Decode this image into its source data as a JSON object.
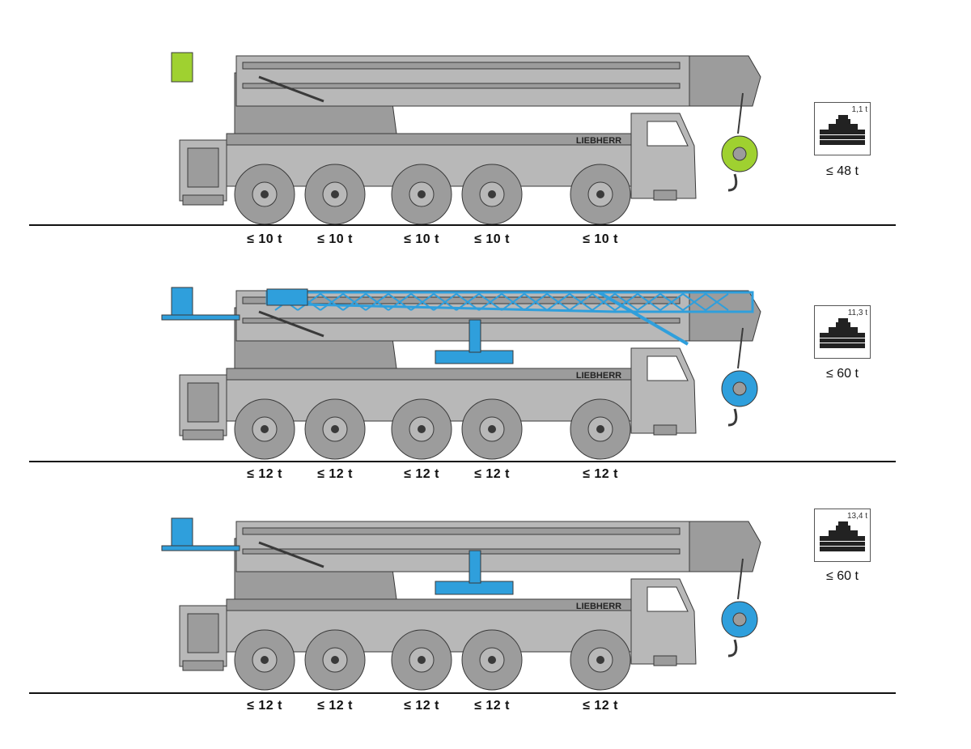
{
  "brand": "LIEBHERR",
  "colors": {
    "body": "#9c9c9c",
    "body_light": "#b8b8b8",
    "outline": "#3a3a3a",
    "hook_green": "#9fd130",
    "highlight_blue": "#2f9fdc",
    "ground": "#111111"
  },
  "configurations": [
    {
      "accent": "hook_green",
      "has_lattice": false,
      "has_counterweight_box": false,
      "axle_loads": [
        "≤ 10 t",
        "≤ 10 t",
        "≤ 10 t",
        "≤ 10 t",
        "≤ 10 t"
      ],
      "counterweight": "1,1 t",
      "total": "≤ 48 t"
    },
    {
      "accent": "highlight_blue",
      "has_lattice": true,
      "has_counterweight_box": true,
      "axle_loads": [
        "≤ 12 t",
        "≤ 12 t",
        "≤ 12 t",
        "≤ 12 t",
        "≤ 12 t"
      ],
      "counterweight": "11,3 t",
      "total": "≤ 60 t"
    },
    {
      "accent": "highlight_blue",
      "has_lattice": false,
      "has_counterweight_box": true,
      "axle_loads": [
        "≤ 12 t",
        "≤ 12 t",
        "≤ 12 t",
        "≤ 12 t",
        "≤ 12 t"
      ],
      "counterweight": "13,4 t",
      "total": "≤ 60 t"
    }
  ]
}
